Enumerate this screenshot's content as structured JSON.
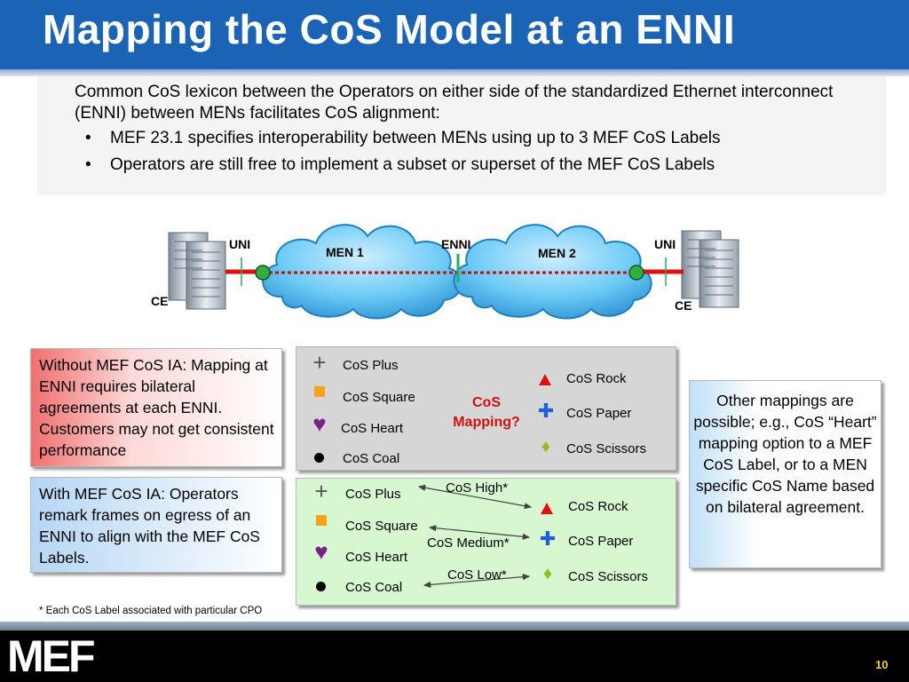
{
  "slide": {
    "title": "Mapping the CoS Model at an ENNI",
    "intro": "Common CoS lexicon between the Operators on either side of the standardized Ethernet interconnect (ENNI) between MENs facilitates CoS alignment:",
    "bullets": [
      "MEF 23.1 specifies interoperability between MENs using up to 3 MEF CoS Labels",
      "Operators are still free to implement a subset or superset of the MEF CoS Labels"
    ],
    "bullet_char": "•"
  },
  "network": {
    "uni_left": "UNI",
    "uni_right": "UNI",
    "enni": "ENNI",
    "men1": "MEN 1",
    "men2": "MEN 2",
    "ce_left": "CE",
    "ce_right": "CE"
  },
  "boxes": {
    "without": "Without MEF CoS IA: Mapping at ENNI requires bilateral agreements at each ENNI. Customers may not get consistent performance",
    "with": "With MEF CoS IA: Operators remark frames on egress of an ENNI to align with the MEF CoS Labels.",
    "other": "Other mappings are possible; e.g., CoS “Heart” mapping option to a MEF CoS Label, or to a MEN specific CoS Name based on bilateral agreement."
  },
  "mapping_gray": {
    "left": [
      "CoS Plus",
      "CoS Square",
      "CoS Heart",
      "CoS Coal"
    ],
    "right": [
      "CoS Rock",
      "CoS Paper",
      "CoS Scissors"
    ],
    "center_line1": "CoS",
    "center_line2": "Mapping?"
  },
  "mapping_green": {
    "left": [
      "CoS Plus",
      "CoS Square",
      "CoS Heart",
      "CoS Coal"
    ],
    "right": [
      "CoS Rock",
      "CoS Paper",
      "CoS Scissors"
    ],
    "links": [
      "CoS High*",
      "CoS Medium*",
      "CoS Low*"
    ]
  },
  "icons": {
    "plus": "plus-icon",
    "square": "square-icon",
    "heart": "heart-icon",
    "coal": "circle-icon",
    "rock": "triangle-icon",
    "paper": "cross-icon",
    "scissors": "diamond-icon"
  },
  "colors": {
    "title_bar": "#1b63b5",
    "square": "#f7a21b",
    "heart": "#7b1f8c",
    "rock": "#e01010",
    "paper": "#1f5fe0",
    "scissors": "#8cc21a",
    "center_label": "#d01010"
  },
  "footnote": "* Each CoS Label associated with particular CPO",
  "footer": {
    "logo": "MEF",
    "page_number": "10"
  }
}
